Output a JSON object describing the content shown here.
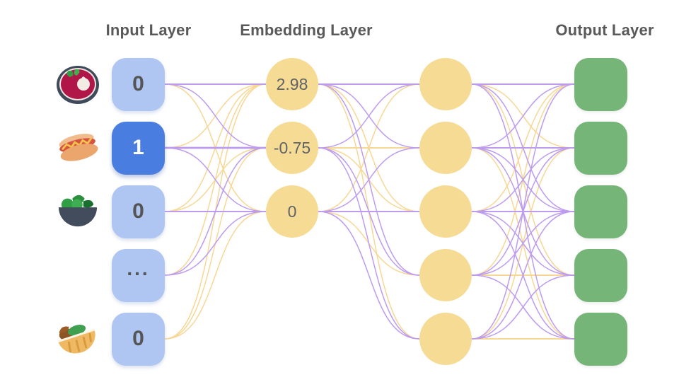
{
  "titles": {
    "input": "Input Layer",
    "embedding": "Embedding Layer",
    "output": "Output Layer"
  },
  "input_layer": {
    "nodes": [
      {
        "value": "0",
        "active": false,
        "icon": "soup-bowl-icon"
      },
      {
        "value": "1",
        "active": true,
        "icon": "hot-dog-icon"
      },
      {
        "value": "0",
        "active": false,
        "icon": "salad-icon"
      },
      {
        "value": "...",
        "active": false,
        "icon": ""
      },
      {
        "value": "0",
        "active": false,
        "icon": "pita-icon"
      }
    ]
  },
  "embedding_layer": {
    "nodes": [
      {
        "value": "2.98"
      },
      {
        "value": "-0.75"
      },
      {
        "value": "0"
      }
    ]
  },
  "hidden_layer": {
    "count": 5
  },
  "output_layer": {
    "count": 5
  },
  "colors": {
    "input_inactive": "#aec6f1",
    "input_active": "#4a7de0",
    "embedding_node": "#f6db94",
    "output_node": "#75b577",
    "line_purple": "#bd9bef",
    "line_yellow": "#f7d795",
    "title_text": "#595959",
    "value_text": "#555555",
    "active_value_text": "#ffffff"
  },
  "connections": {
    "input_to_embedding": [
      {
        "f": 1,
        "t": 1,
        "c": "p",
        "w": 2
      },
      {
        "f": 1,
        "t": 2,
        "c": "p"
      },
      {
        "f": 1,
        "t": 3,
        "c": "y"
      },
      {
        "f": 2,
        "t": 1,
        "c": "y"
      },
      {
        "f": 2,
        "t": 2,
        "c": "p",
        "w": 3
      },
      {
        "f": 2,
        "t": 3,
        "c": "p"
      },
      {
        "f": 3,
        "t": 1,
        "c": "y"
      },
      {
        "f": 3,
        "t": 2,
        "c": "y"
      },
      {
        "f": 3,
        "t": 3,
        "c": "p",
        "w": 2
      },
      {
        "f": 4,
        "t": 1,
        "c": "y"
      },
      {
        "f": 4,
        "t": 2,
        "c": "p"
      },
      {
        "f": 4,
        "t": 3,
        "c": "p"
      },
      {
        "f": 5,
        "t": 1,
        "c": "y"
      },
      {
        "f": 5,
        "t": 2,
        "c": "y"
      },
      {
        "f": 5,
        "t": 3,
        "c": "y"
      }
    ],
    "embedding_to_hidden": [
      {
        "f": 1,
        "t": 1,
        "c": "p",
        "w": 2
      },
      {
        "f": 1,
        "t": 2,
        "c": "p"
      },
      {
        "f": 1,
        "t": 3,
        "c": "y"
      },
      {
        "f": 1,
        "t": 4,
        "c": "p"
      },
      {
        "f": 1,
        "t": 5,
        "c": "y"
      },
      {
        "f": 2,
        "t": 1,
        "c": "p"
      },
      {
        "f": 2,
        "t": 2,
        "c": "y",
        "w": 2
      },
      {
        "f": 2,
        "t": 3,
        "c": "y"
      },
      {
        "f": 2,
        "t": 4,
        "c": "p"
      },
      {
        "f": 2,
        "t": 5,
        "c": "p"
      },
      {
        "f": 3,
        "t": 1,
        "c": "y"
      },
      {
        "f": 3,
        "t": 2,
        "c": "p"
      },
      {
        "f": 3,
        "t": 3,
        "c": "p",
        "w": 2
      },
      {
        "f": 3,
        "t": 4,
        "c": "y"
      },
      {
        "f": 3,
        "t": 5,
        "c": "p"
      }
    ],
    "hidden_to_output": [
      {
        "f": 1,
        "t": 1,
        "c": "p",
        "w": 2
      },
      {
        "f": 1,
        "t": 2,
        "c": "y"
      },
      {
        "f": 1,
        "t": 3,
        "c": "p"
      },
      {
        "f": 1,
        "t": 4,
        "c": "y"
      },
      {
        "f": 1,
        "t": 5,
        "c": "p"
      },
      {
        "f": 2,
        "t": 1,
        "c": "p"
      },
      {
        "f": 2,
        "t": 2,
        "c": "p",
        "w": 2
      },
      {
        "f": 2,
        "t": 3,
        "c": "p"
      },
      {
        "f": 2,
        "t": 4,
        "c": "p"
      },
      {
        "f": 2,
        "t": 5,
        "c": "y"
      },
      {
        "f": 3,
        "t": 1,
        "c": "y"
      },
      {
        "f": 3,
        "t": 2,
        "c": "p"
      },
      {
        "f": 3,
        "t": 3,
        "c": "p",
        "w": 2
      },
      {
        "f": 3,
        "t": 4,
        "c": "p"
      },
      {
        "f": 3,
        "t": 5,
        "c": "p"
      },
      {
        "f": 4,
        "t": 1,
        "c": "y"
      },
      {
        "f": 4,
        "t": 2,
        "c": "p"
      },
      {
        "f": 4,
        "t": 3,
        "c": "p"
      },
      {
        "f": 4,
        "t": 4,
        "c": "y",
        "w": 2
      },
      {
        "f": 4,
        "t": 5,
        "c": "p"
      },
      {
        "f": 5,
        "t": 1,
        "c": "p"
      },
      {
        "f": 5,
        "t": 2,
        "c": "y"
      },
      {
        "f": 5,
        "t": 3,
        "c": "p"
      },
      {
        "f": 5,
        "t": 4,
        "c": "p"
      },
      {
        "f": 5,
        "t": 5,
        "c": "y",
        "w": 2
      }
    ]
  }
}
